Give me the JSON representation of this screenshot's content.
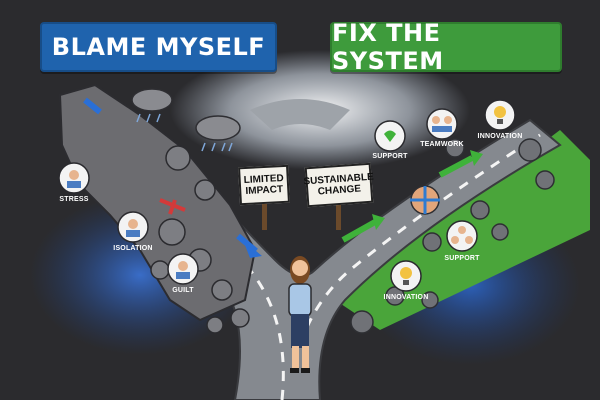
{
  "banners": {
    "left": "BLAME MYSELF",
    "right": "FIX THE SYSTEM"
  },
  "signs": {
    "left": "LIMITED IMPACT",
    "right": "SUSTAINABLE CHANGE"
  },
  "left_path": {
    "items": [
      {
        "label": "STRESS",
        "icon": "stressed-person-icon"
      },
      {
        "label": "ISOLATION",
        "icon": "isolated-person-icon"
      },
      {
        "label": "GUILT",
        "icon": "guilty-person-icon"
      }
    ]
  },
  "right_path": {
    "items": [
      {
        "label": "SUPPORT",
        "icon": "heart-hands-icon"
      },
      {
        "label": "TEAMWORK",
        "icon": "team-icon"
      },
      {
        "label": "INNOVATION",
        "icon": "lightbulb-icon"
      },
      {
        "label": "SUPPORT",
        "icon": "people-network-icon"
      },
      {
        "label": "INNOVATION",
        "icon": "lightbulb-icon"
      }
    ]
  },
  "colors": {
    "background": "#2b2b2e",
    "blame_banner": "#1f63ad",
    "fix_banner": "#3e9b3c",
    "road": "#8a8d92",
    "grass": "#4aa53a",
    "arrow_blue": "#2a6fd6",
    "arrow_green": "#3fb23a",
    "glow_blue": "#2f63c4",
    "rock": "#6c6c70"
  }
}
